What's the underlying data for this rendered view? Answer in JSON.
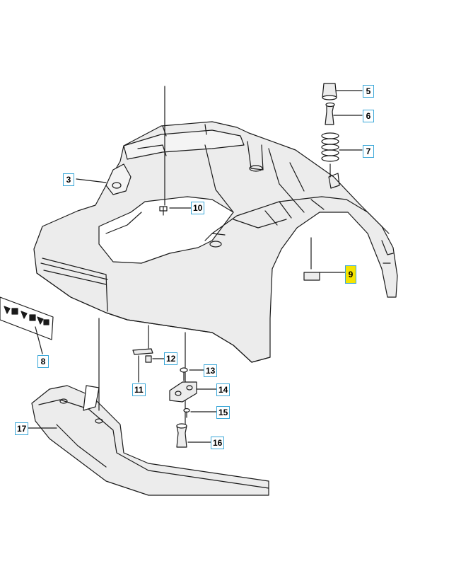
{
  "colors": {
    "background": "#ffffff",
    "part_fill": "#e8e8e8",
    "part_stroke": "#1a1a1a",
    "callout_border": "#3aa7d8",
    "callout_highlight": "#f5e400"
  },
  "callouts": [
    {
      "id": "c5",
      "label": "5"
    },
    {
      "id": "c6",
      "label": "6"
    },
    {
      "id": "c7",
      "label": "7"
    },
    {
      "id": "c3",
      "label": "3"
    },
    {
      "id": "c10",
      "label": "10"
    },
    {
      "id": "c9",
      "label": "9",
      "highlighted": true
    },
    {
      "id": "c8",
      "label": "8"
    },
    {
      "id": "c12",
      "label": "12"
    },
    {
      "id": "c13",
      "label": "13"
    },
    {
      "id": "c11",
      "label": "11"
    },
    {
      "id": "c14",
      "label": "14"
    },
    {
      "id": "c15",
      "label": "15"
    },
    {
      "id": "c16",
      "label": "16"
    },
    {
      "id": "c17",
      "label": "17"
    }
  ]
}
